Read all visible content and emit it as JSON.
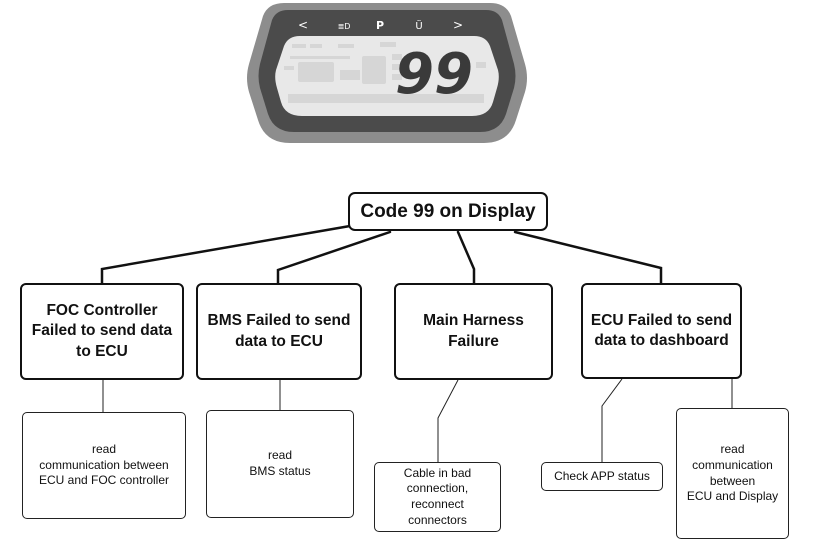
{
  "display": {
    "nav_left": "<",
    "nav_light": "≣D",
    "nav_park": "P",
    "nav_mode": "Ü",
    "nav_right": ">",
    "code": "99"
  },
  "diagram": {
    "root": "Code 99 on Display",
    "causes": [
      "FOC Controller\nFailed to send data\nto ECU",
      "BMS Failed to send\ndata to ECU",
      "Main Harness\nFailure",
      "ECU Failed to send\ndata to dashboard"
    ],
    "actions": [
      "read\ncommunication between\nECU and FOC controller",
      "read\nBMS status",
      "Cable in bad\nconnection,\nreconnect\nconnectors",
      "Check APP status",
      "read\ncommunication\nbetween\nECU and Display"
    ]
  }
}
